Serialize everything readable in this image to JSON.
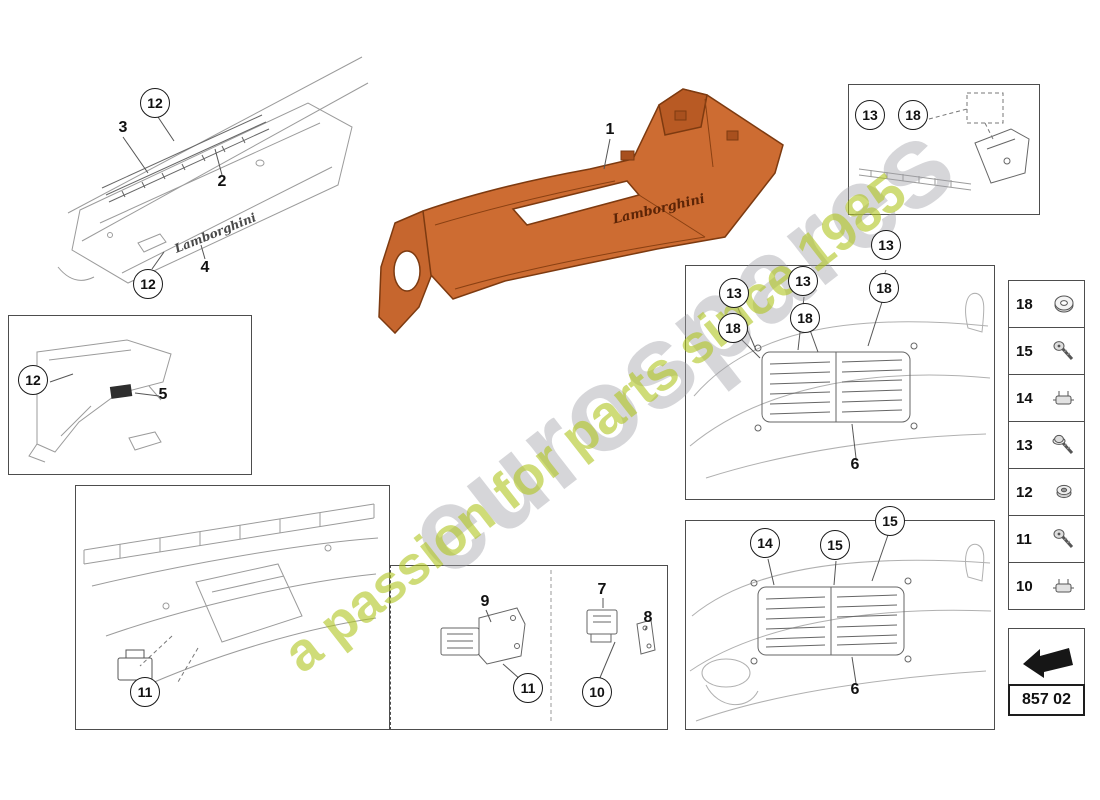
{
  "watermark": {
    "brand": "eurospares",
    "tagline": "a passion for parts since 1985"
  },
  "brand_script": "Lamborghini",
  "part_code": "857 02",
  "callouts": {
    "circled": [
      {
        "number": "12"
      },
      {
        "number": "12"
      },
      {
        "number": "12"
      },
      {
        "number": "13"
      },
      {
        "number": "18"
      },
      {
        "number": "13"
      },
      {
        "number": "18"
      },
      {
        "number": "13"
      },
      {
        "number": "18"
      },
      {
        "number": "13"
      },
      {
        "number": "18"
      },
      {
        "number": "14"
      },
      {
        "number": "15"
      },
      {
        "number": "15"
      },
      {
        "number": "11"
      },
      {
        "number": "11"
      },
      {
        "number": "10"
      }
    ],
    "plain": [
      {
        "number": "3"
      },
      {
        "number": "2"
      },
      {
        "number": "4"
      },
      {
        "number": "1"
      },
      {
        "number": "5"
      },
      {
        "number": "6"
      },
      {
        "number": "6"
      },
      {
        "number": "9"
      },
      {
        "number": "7"
      },
      {
        "number": "8"
      }
    ]
  },
  "legend": {
    "rows": [
      {
        "number": "18",
        "icon": "washer-icon"
      },
      {
        "number": "15",
        "icon": "screw-icon"
      },
      {
        "number": "14",
        "icon": "clip-icon"
      },
      {
        "number": "13",
        "icon": "screw-icon"
      },
      {
        "number": "12",
        "icon": "grommet-icon"
      },
      {
        "number": "11",
        "icon": "screw-icon"
      },
      {
        "number": "10",
        "icon": "clip-icon"
      }
    ]
  }
}
